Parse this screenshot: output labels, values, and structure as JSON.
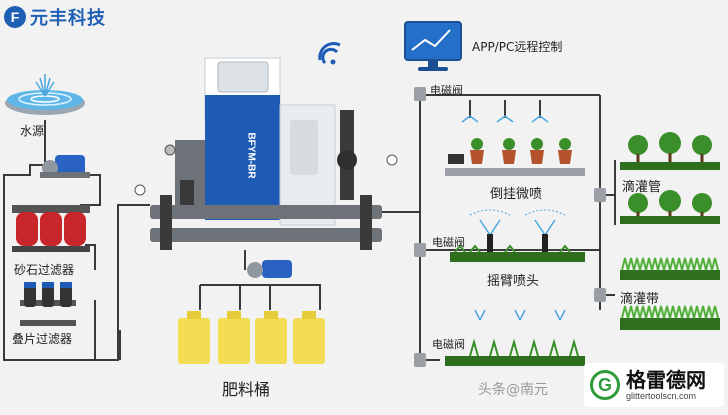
{
  "brand": {
    "logo_letter": "F",
    "name": "元丰科技"
  },
  "labels": {
    "water_source": "水源",
    "sand_filter": "砂石过滤器",
    "disc_filter": "叠片过滤器",
    "fertilizer_bucket": "肥料桶",
    "remote_control": "APP/PC远程控制",
    "valve_1": "电磁阀",
    "valve_2": "电磁阀",
    "valve_3": "电磁阀",
    "hanging_sprayer": "倒挂微喷",
    "rocker_sprinkler": "摇臂喷头",
    "drip_pipe": "滴灌管",
    "drip_tape": "滴灌带",
    "machine_label": "BFYM-BR"
  },
  "watermark": {
    "letter": "G",
    "title": "格雷德网",
    "url": "glittertoolscn.com",
    "overlay": "头条@南元"
  },
  "colors": {
    "pipe": "#3a3a3a",
    "machine_blue": "#1e5bb5",
    "frame_gray": "#6d7378",
    "bucket": "#f3dd55",
    "pump_blue": "#2a62c4",
    "filter_red": "#c8262b",
    "plant_green": "#3a8f2a"
  }
}
